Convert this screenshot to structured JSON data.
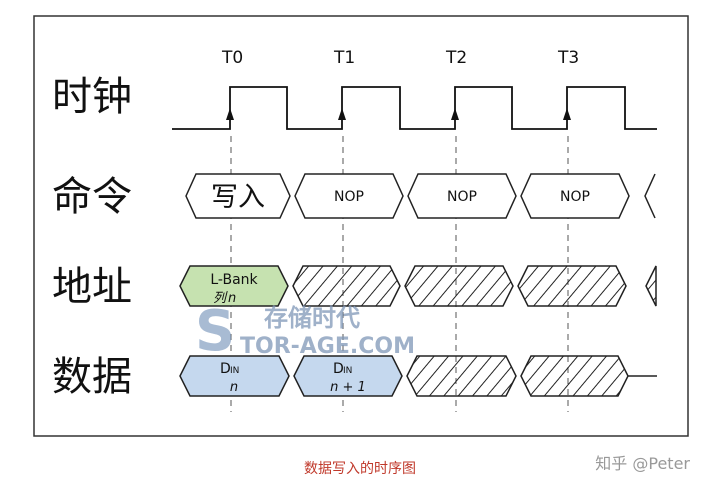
{
  "ticks": [
    "T0",
    "T1",
    "T2",
    "T3"
  ],
  "rows": {
    "clock": "时钟",
    "command": "命令",
    "address": "地址",
    "data": "数据"
  },
  "command": {
    "write": "写入",
    "nop": "NOP"
  },
  "address": {
    "bank": "L-Bank",
    "column": "列",
    "column_var": "n"
  },
  "data": {
    "din_main": "D",
    "din_sub": "IN",
    "first": "n",
    "second": "n + 1"
  },
  "watermark": {
    "chinese": "存储时代",
    "site": "TOR-AGE.COM",
    "letter": "S"
  },
  "caption": "数据写入的时序图",
  "credit": "知乎 @Peter",
  "colors": {
    "green_fill": "#c6e2b0",
    "blue_fill": "#c5d8ee",
    "caption": "#c0392b"
  }
}
